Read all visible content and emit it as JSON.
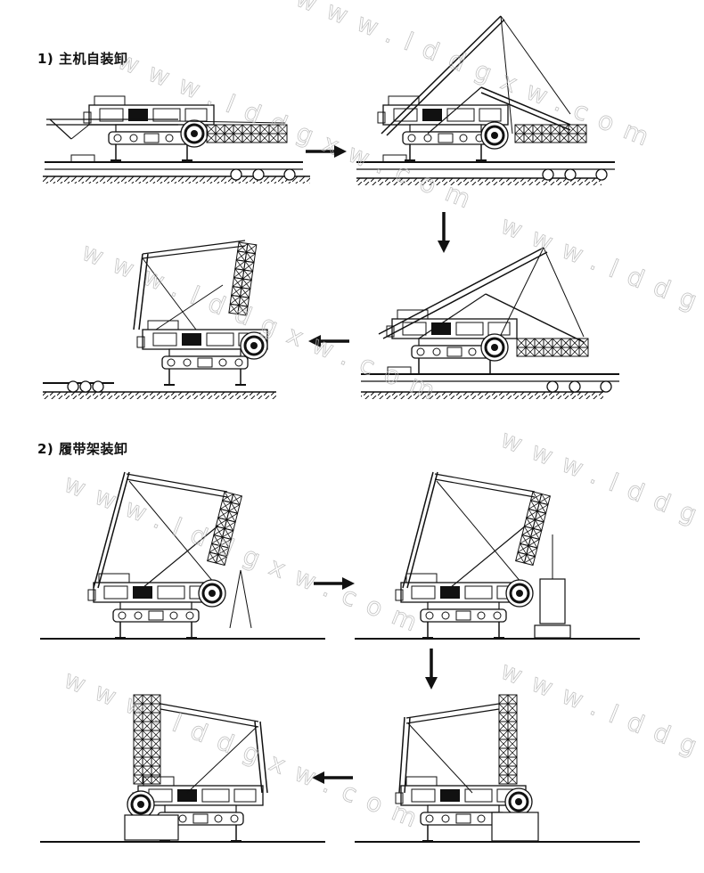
{
  "sections": [
    {
      "label": "1) 主机自装卸"
    },
    {
      "label": "2) 履带架装卸"
    }
  ],
  "watermark": {
    "text": "www.lddgxw.com"
  },
  "colors": {
    "line": "#111111",
    "watermark": "#b8b8b8",
    "background": "#ffffff"
  }
}
